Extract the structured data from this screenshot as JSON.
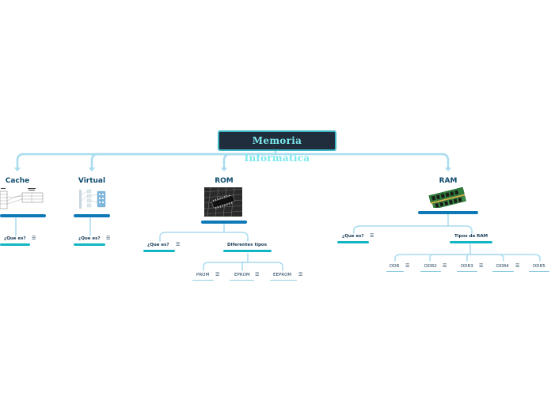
{
  "root": {
    "title": "Memoria Informática"
  },
  "branches": {
    "cache": {
      "title": "Cache",
      "que_es": "¿Que es?"
    },
    "virtual": {
      "title": "Virtual",
      "que_es": "¿Que es?"
    },
    "rom": {
      "title": "ROM",
      "que_es": "¿Que es?",
      "tipos": "Diferentes tipos",
      "items": [
        "PROM",
        "EPROM",
        "EEPROM"
      ]
    },
    "ram": {
      "title": "RAM",
      "que_es": "¿Que es?",
      "tipos": "Tipos de RAM",
      "items": [
        "DDR",
        "DDR2",
        "DDR3",
        "DDR4",
        "DDR5"
      ]
    }
  },
  "icons": {
    "note": "notes-icon"
  },
  "colors": {
    "root_bg": "#1f2d3d",
    "root_text": "#7de8ec",
    "link": "#a9dcef",
    "bar_blue": "#0f79b8",
    "bar_teal": "#12b5c4"
  }
}
